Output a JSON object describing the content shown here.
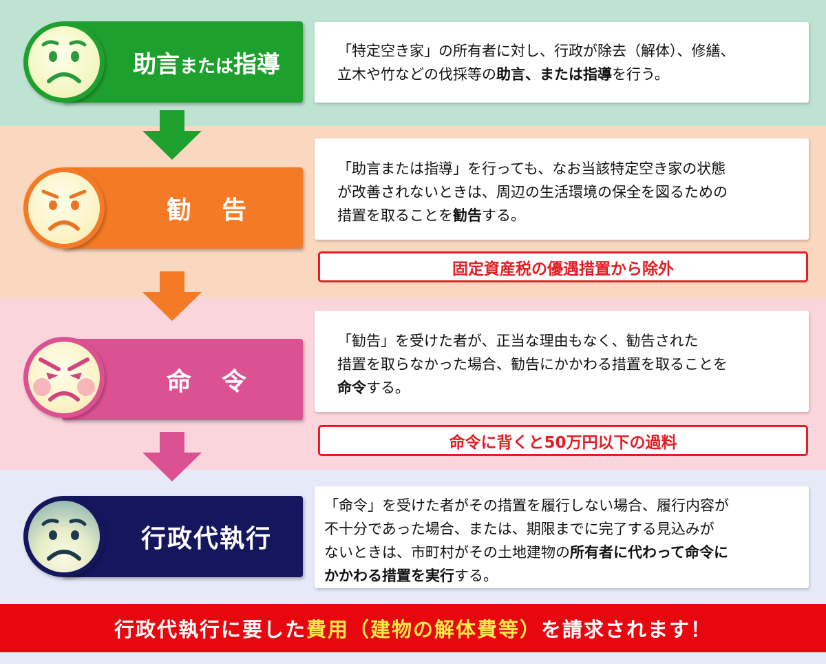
{
  "colors": {
    "green": "#1ea02e",
    "orange": "#f57a26",
    "pink": "#dc5192",
    "navy": "#15175e",
    "red": "#e8070f",
    "highlight_yellow": "#ffe94a"
  },
  "steps": [
    {
      "label": [
        "助言",
        "または",
        "指導"
      ],
      "face": "worried-face-icon",
      "desc": [
        "「特定空き家」の所有者に対し、行政が除去（解体）、修繕、",
        "立木や竹などの伐採等の",
        "助言、または指導",
        "を行う。"
      ]
    },
    {
      "label": "勧告",
      "face": "annoyed-face-icon",
      "desc": [
        "「助言または指導」を行っても、なお当該特定空き家の状態",
        "が改善されないときは、周辺の生活環境の保全を図るための",
        "措置を取ることを",
        "勧告",
        "する。"
      ],
      "warning": "固定資産税の優遇措置から除外"
    },
    {
      "label": "命令",
      "face": "angry-face-icon",
      "desc": [
        "「勧告」を受けた者が、正当な理由もなく、勧告された",
        "措置を取らなかった場合、勧告にかかわる措置を取ることを",
        "命令",
        "する。"
      ],
      "warning": "命令に背くと50万円以下の過料"
    },
    {
      "label": "行政代執行",
      "face": "sad-face-icon",
      "desc": [
        "「命令」を受けた者がその措置を履行しない場合、履行内容が",
        "不十分であった場合、または、期限までに完了する見込みが",
        "ないときは、市町村がその土地建物の",
        "所有者に代わって命令に",
        "かかわる措置を実行",
        "する。"
      ]
    }
  ],
  "bottom": {
    "before": "行政代執行に要した",
    "highlight": "費用（建物の解体費等）",
    "after": "を請求されます！"
  }
}
